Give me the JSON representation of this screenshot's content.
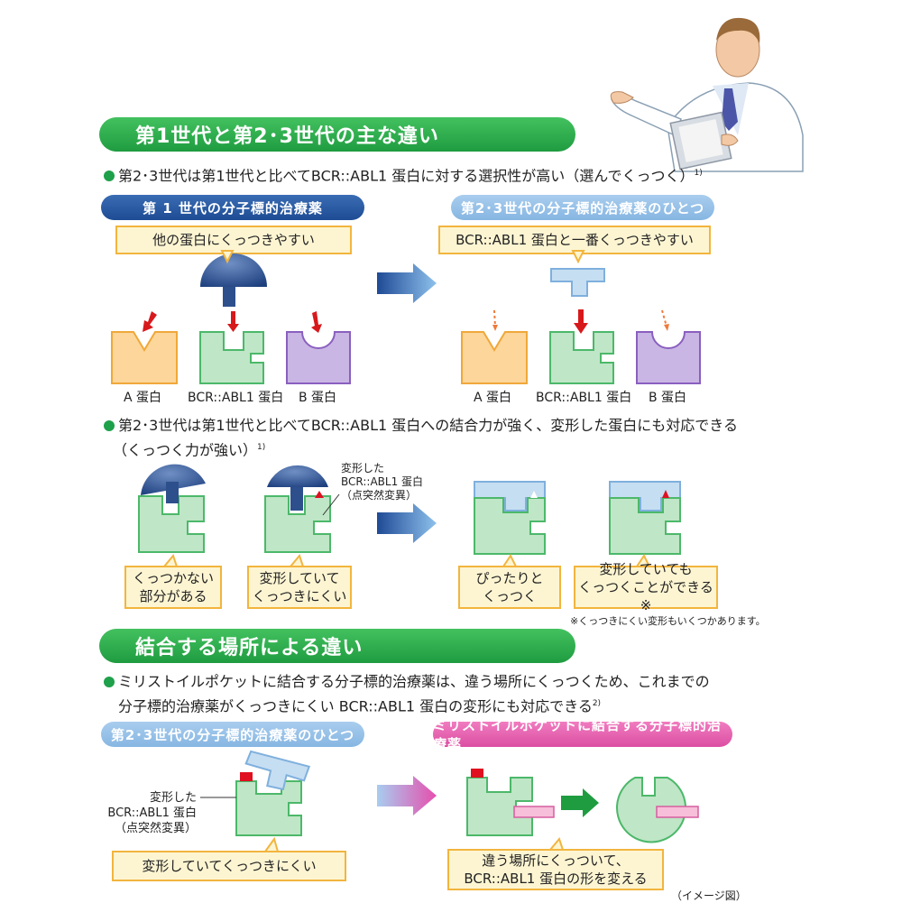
{
  "section1": {
    "title": "第1世代と第2･3世代の主な違い",
    "bullet1": "第2･3世代は第1世代と比べてBCR::ABL1 蛋白に対する選択性が高い（選んでくっつく）",
    "bullet1_ref": "1)",
    "left_header": "第 1 世代の分子標的治療薬",
    "right_header": "第2･3世代の分子標的治療薬のひとつ",
    "left_note": "他の蛋白にくっつきやすい",
    "right_note": "BCR::ABL1 蛋白と一番くっつきやすい",
    "protein_labels": [
      "A 蛋白",
      "BCR::ABL1 蛋白",
      "B 蛋白"
    ],
    "bullet2_line1": "第2･3世代は第1世代と比べてBCR::ABL1 蛋白への結合力が強く、変形した蛋白にも対応できる",
    "bullet2_line2": "（くっつく力が強い）",
    "bullet2_ref": "1)",
    "mutated_label": [
      "変形した",
      "BCR::ABL1 蛋白",
      "（点突然変異）"
    ],
    "notes_row2": [
      [
        "くっつかない",
        "部分がある"
      ],
      [
        "変形していて",
        "くっつきにくい"
      ],
      [
        "ぴったりと",
        "くっつく"
      ],
      [
        "変形していても",
        "くっつくことができる※"
      ]
    ],
    "footnote": "※くっつきにくい変形もいくつかあります。"
  },
  "section2": {
    "title": "結合する場所による違い",
    "bullet_line1": "ミリストイルポケットに結合する分子標的治療薬は、違う場所にくっつくため、これまでの",
    "bullet_line2": "分子標的治療薬がくっつきにくい BCR::ABL1 蛋白の変形にも対応できる",
    "bullet_ref": "2)",
    "left_header": "第2･3世代の分子標的治療薬のひとつ",
    "right_header": "ミリストイルポケットに結合する分子標的治療薬",
    "mutated_label": [
      "変形した",
      "BCR::ABL1 蛋白",
      "（点突然変異）"
    ],
    "left_note": "変形していてくっつきにくい",
    "right_note": [
      "違う場所にくっついて、",
      "BCR::ABL1 蛋白の形を変える"
    ],
    "image_note": "（イメージ図）"
  },
  "colors": {
    "green_banner": "#1f9c40",
    "protein_green": "#bfe6c6",
    "protein_orange": "#fcd69a",
    "protein_purple": "#c9b6e4",
    "drug_blue_dark": "#2b4f8f",
    "drug_blue_light": "#c6def2",
    "arrow_red": "#d7191c",
    "mutation_red": "#e01020",
    "note_bg": "#fdf5d2",
    "note_border": "#f2b53e"
  },
  "icons": [
    "doctor-illustration",
    "right-arrow-gradient",
    "red-down-arrow",
    "dotted-orange-arrow"
  ]
}
